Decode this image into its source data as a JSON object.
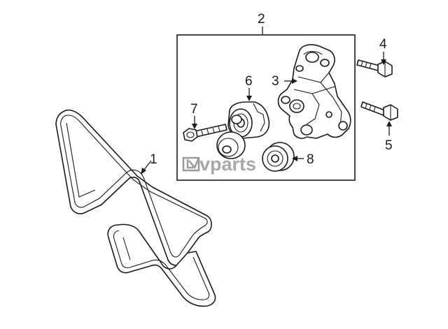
{
  "callouts": [
    "1",
    "2",
    "3",
    "4",
    "5",
    "6",
    "7",
    "8"
  ],
  "watermark": {
    "text": "vparts",
    "logo": "lv-logo-icon"
  },
  "colors": {
    "line": "#1a1a1a",
    "watermark": "#9a9a9a",
    "background": "#ffffff"
  }
}
